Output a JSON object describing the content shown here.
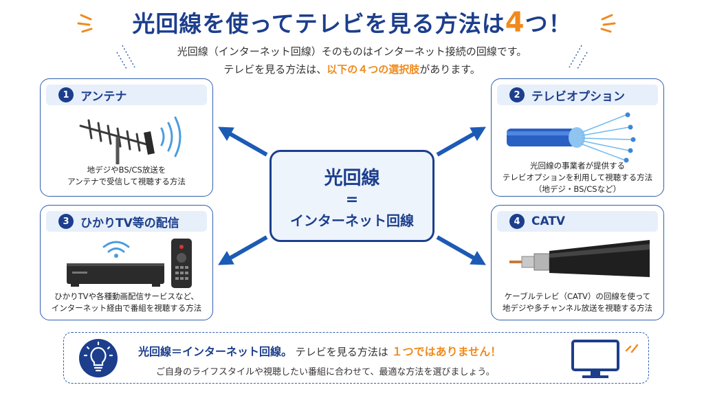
{
  "header": {
    "title_main": "光回線を使ってテレビを見る方法は",
    "title_number": "4",
    "title_end": "つ！",
    "subtitle_line1": "光回線（インターネット回線）そのものはインターネット接続の回線です。",
    "subtitle_line2_pre": "テレビを見る方法は、",
    "subtitle_line2_highlight": "以下の４つの選択肢",
    "subtitle_line2_post": "があります。"
  },
  "center": {
    "line1": "光回線",
    "line2": "=",
    "line3": "インターネット回線"
  },
  "cards": [
    {
      "number": "1",
      "title": "アンテナ",
      "desc1": "地デジやBS/CS放送を",
      "desc2": "アンテナで受信して視聴する方法",
      "desc3": ""
    },
    {
      "number": "2",
      "title": "テレビオプション",
      "desc1": "光回線の事業者が提供する",
      "desc2": "テレビオプションを利用して視聴する方法",
      "desc3": "（地デジ・BS/CSなど）"
    },
    {
      "number": "3",
      "title": "ひかりTV等の配信",
      "desc1": "ひかりTVや各種動画配信サービスなど、",
      "desc2": "インターネット経由で番組を視聴する方法",
      "desc3": ""
    },
    {
      "number": "4",
      "title": "CATV",
      "desc1": "ケーブルテレビ（CATV）の回線を使って",
      "desc2": "地デジや多チャンネル放送を視聴する方法",
      "desc3": ""
    }
  ],
  "footer": {
    "strong": "光回線＝インターネット回線。",
    "middle": "テレビを見る方法は",
    "accent": "１つではありません！",
    "line2": "ご自身のライフスタイルや視聴したい番組に合わせて、最適な方法を選びましょう。"
  },
  "colors": {
    "navy": "#1c3e8c",
    "accent": "#f08a1c",
    "light_blue": "#e7effa"
  },
  "icons": [
    "antenna-icon",
    "fiber-cable-icon",
    "set-top-box-icon",
    "remote-control-icon",
    "wifi-icon",
    "coax-cable-icon",
    "lightbulb-icon",
    "tv-monitor-icon"
  ]
}
